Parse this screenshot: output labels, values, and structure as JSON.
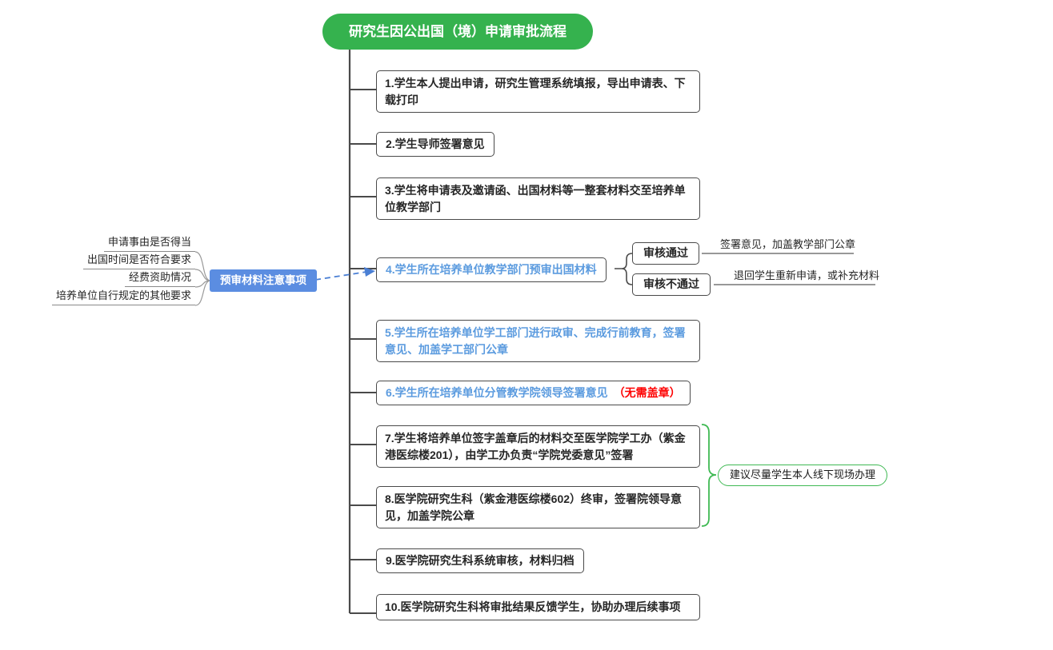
{
  "title": "研究生因公出国（境）申请审批流程",
  "steps": [
    {
      "text": "1.学生本人提出申请，研究生管理系统填报，导出申请表、下载打印"
    },
    {
      "text": "2.学生导师签署意见"
    },
    {
      "text": "3.学生将申请表及邀请函、出国材料等一整套材料交至培养单位教学部门"
    },
    {
      "text": "4.学生所在培养单位教学部门预审出国材料"
    },
    {
      "text": "5.学生所在培养单位学工部门进行政审、完成行前教育，签署意见、加盖学工部门公章"
    },
    {
      "text": "6.学生所在培养单位分管教学院领导签署意见",
      "suffix": "（无需盖章）"
    },
    {
      "text": "7.学生将培养单位签字盖章后的材料交至医学院学工办（紫金港医综楼201），由学工办负责“学院党委意见”签署"
    },
    {
      "text": "8.医学院研究生科（紫金港医综楼602）终审，签署院领导意见，加盖学院公章"
    },
    {
      "text": "9.医学院研究生科系统审核，材料归档"
    },
    {
      "text": "10.医学院研究生科将审批结果反馈学生，协助办理后续事项"
    }
  ],
  "pre_review": {
    "label": "预审材料注意事项",
    "items": [
      "申请事由是否得当",
      "出国时间是否符合要求",
      "经费资助情况",
      "培养单位自行规定的其他要求"
    ]
  },
  "review": {
    "pass_label": "审核通过",
    "pass_note": "签署意见，加盖教学部门公章",
    "fail_label": "审核不通过",
    "fail_note": "退回学生重新申请，或补充材料"
  },
  "advice": "建议尽量学生本人线下现场办理",
  "colors": {
    "title_green": "#35B24E",
    "brace_green": "#3FB953",
    "label_blue": "#5B8DE1",
    "step_blue_text": "#5B9BDF",
    "warning_red": "#FE0000",
    "connector_dark": "#4a4a4a",
    "connector_gray": "#8a8a8a"
  }
}
